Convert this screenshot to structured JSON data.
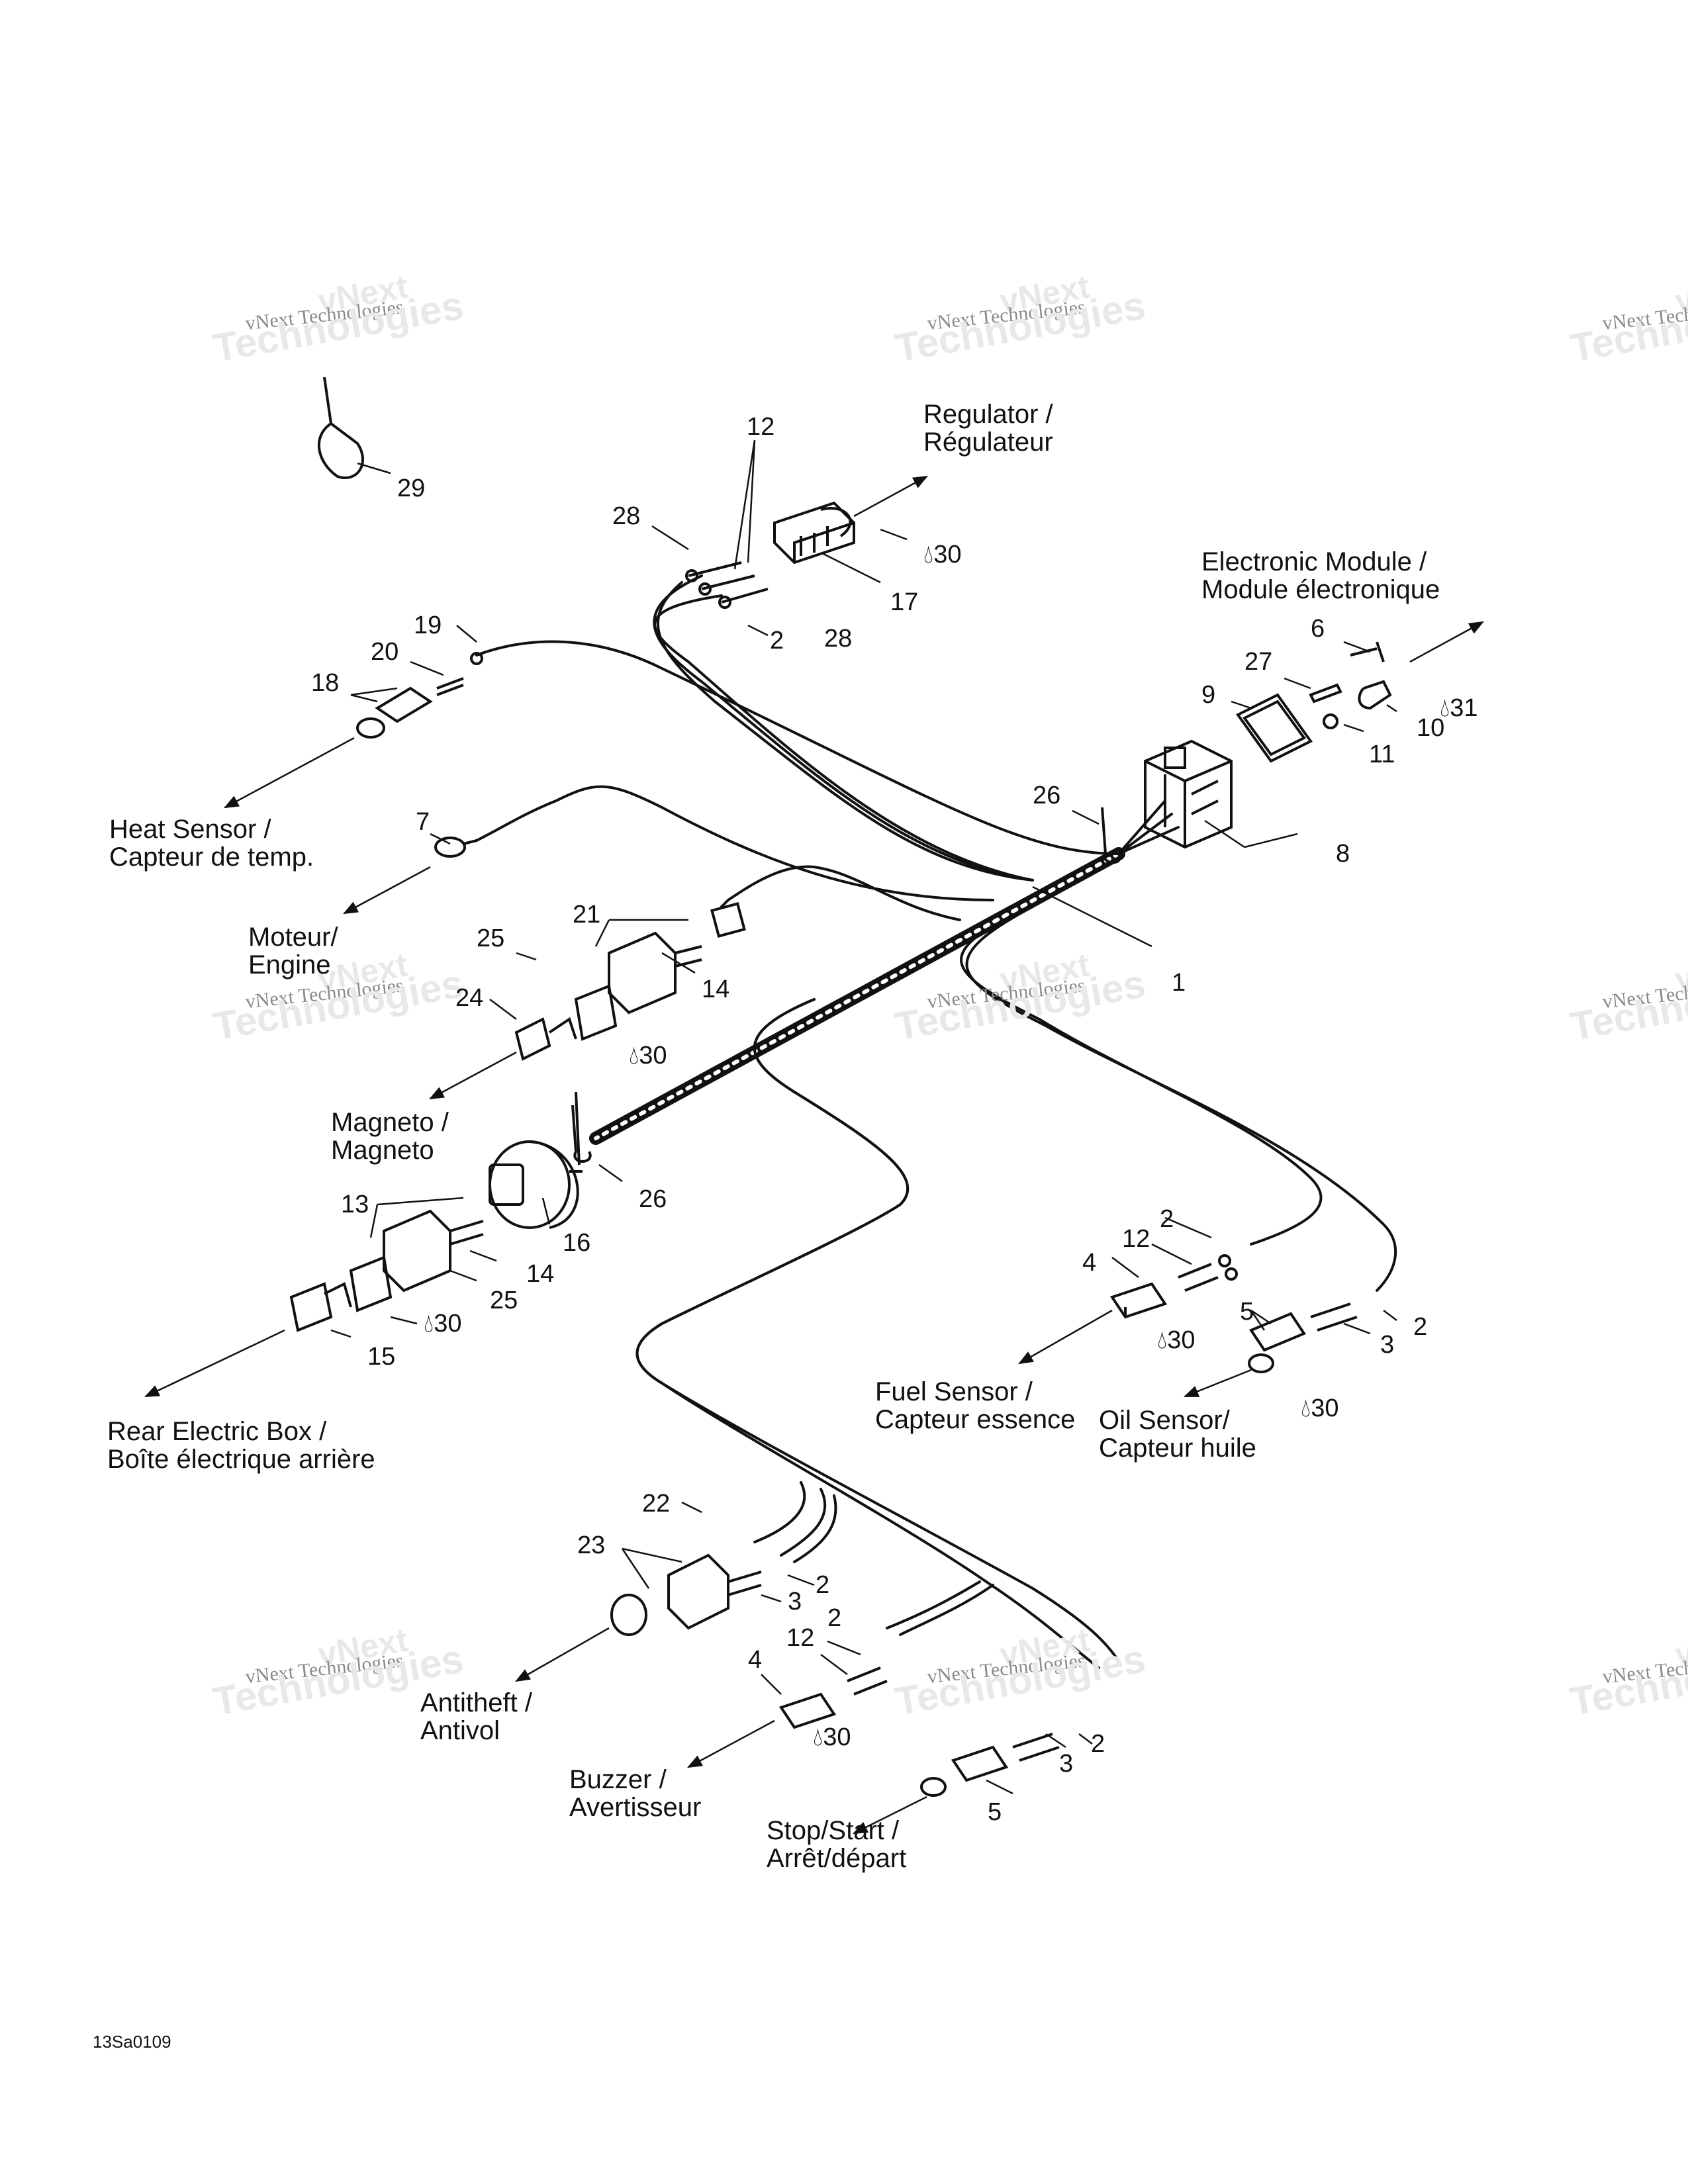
{
  "figure_code": "13Sa0109",
  "watermark": {
    "line1": "vNext Technologies",
    "line2": "Technologies",
    "line3": "vNext"
  },
  "destinations": {
    "regulator": [
      "Regulator /",
      "Régulateur"
    ],
    "electronic_module": [
      "Electronic Module /",
      "Module électronique"
    ],
    "heat_sensor": [
      "Heat Sensor /",
      "Capteur de temp."
    ],
    "engine": [
      "Moteur/",
      "Engine"
    ],
    "magneto": [
      "Magneto /",
      "Magneto"
    ],
    "rear_electric_box": [
      "Rear Electric Box /",
      "Boîte électrique arrière"
    ],
    "fuel_sensor": [
      "Fuel Sensor /",
      "Capteur essence"
    ],
    "oil_sensor": [
      "Oil Sensor/",
      "Capteur huile"
    ],
    "antitheft": [
      "Antitheft /",
      "Antivol"
    ],
    "buzzer": [
      "Buzzer /",
      "Avertisseur"
    ],
    "stop_start": [
      "Stop/Start /",
      "Arrêt/départ"
    ]
  },
  "callouts": {
    "c29": "29",
    "c12a": "12",
    "c28a": "28",
    "c28b": "28",
    "c2a": "2",
    "c17": "17",
    "c30a": "30",
    "c6": "6",
    "c27": "27",
    "c9": "9",
    "c10": "10",
    "c31": "31",
    "c11": "11",
    "c8": "8",
    "c26a": "26",
    "c19": "19",
    "c20": "20",
    "c18": "18",
    "c7": "7",
    "c1": "1",
    "c21": "21",
    "c25a": "25",
    "c14a": "14",
    "c24": "24",
    "c30b": "30",
    "c26b": "26",
    "c13": "13",
    "c16": "16",
    "c14b": "14",
    "c25b": "25",
    "c30c": "30",
    "c15": "15",
    "c2b": "2",
    "c12b": "12",
    "c4a": "4",
    "c30d": "30",
    "c5a": "5",
    "c2c": "2",
    "c3a": "3",
    "c30e": "30",
    "c22": "22",
    "c23": "23",
    "c3b": "3",
    "c2d": "2",
    "c2e": "2",
    "c12c": "12",
    "c4b": "4",
    "c30f": "30",
    "c2f": "2",
    "c3c": "3",
    "c5b": "5"
  },
  "drop_icon": "drop-icon"
}
